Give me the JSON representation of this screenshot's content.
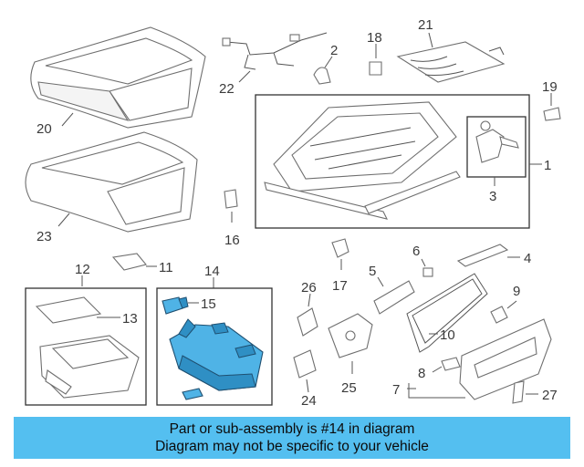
{
  "callouts": {
    "c1": "1",
    "c2": "2",
    "c3": "3",
    "c4": "4",
    "c5": "5",
    "c6": "6",
    "c7": "7",
    "c8": "8",
    "c9": "9",
    "c10": "10",
    "c11": "11",
    "c12": "12",
    "c13": "13",
    "c14": "14",
    "c15": "15",
    "c16": "16",
    "c17": "17",
    "c18": "18",
    "c19": "19",
    "c20": "20",
    "c21": "21",
    "c22": "22",
    "c23": "23",
    "c24": "24",
    "c25": "25",
    "c26": "26",
    "c27": "27"
  },
  "highlighted_part": "14",
  "colors": {
    "highlight": "#4fb3e6",
    "banner": "#54bff0"
  },
  "banner": {
    "line1": "Part or sub-assembly is #14 in diagram",
    "line2": "Diagram may not be specific to your vehicle"
  }
}
